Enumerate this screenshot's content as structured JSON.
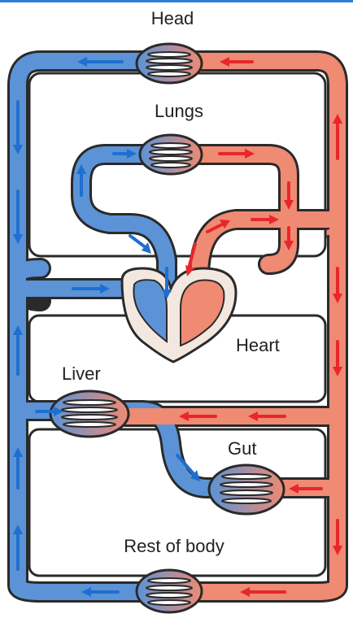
{
  "labels": {
    "head": "Head",
    "lungs": "Lungs",
    "heart": "Heart",
    "liver": "Liver",
    "gut": "Gut",
    "rest_of_body": "Rest of body"
  },
  "colors": {
    "deoxygenated": "#5b93d6",
    "oxygenated": "#ef8a73",
    "arrow_blue": "#1f6fd0",
    "arrow_red": "#e8262b",
    "outline": "#2a2a2a",
    "heart_wall": "#f3e8df",
    "top_border": "#2b7fd8"
  }
}
